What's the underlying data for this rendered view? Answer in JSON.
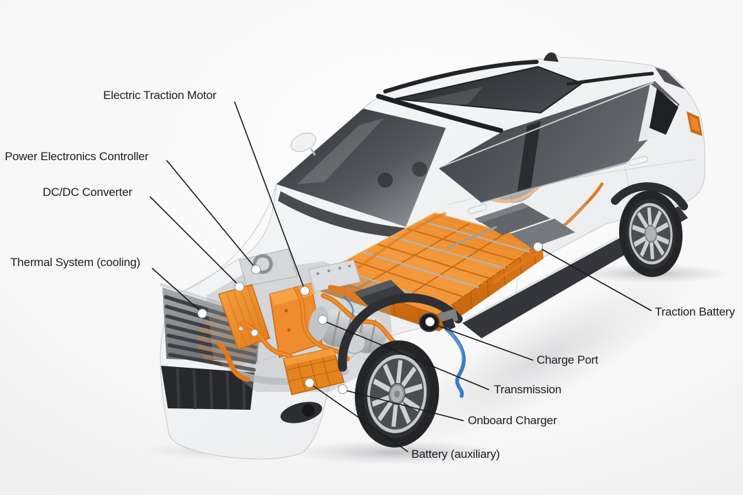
{
  "diagram": {
    "subject": "Electric SUV powertrain cutaway diagram",
    "colors": {
      "component_orange": "#ee8a2b",
      "cable_blue": "#3b7cc4",
      "body_gray": "#eef0f1",
      "glass_dark": "#33363a",
      "label_text": "#1b1c1e"
    },
    "labels": [
      {
        "id": "electric-traction-motor",
        "text": "Electric Traction Motor"
      },
      {
        "id": "power-electronics-controller",
        "text": "Power Electronics Controller"
      },
      {
        "id": "dcdc-converter",
        "text": "DC/DC Converter"
      },
      {
        "id": "thermal-system",
        "text": "Thermal System (cooling)"
      },
      {
        "id": "traction-battery",
        "text": "Traction Battery"
      },
      {
        "id": "charge-port",
        "text": "Charge Port"
      },
      {
        "id": "transmission",
        "text": "Transmission"
      },
      {
        "id": "onboard-charger",
        "text": "Onboard Charger"
      },
      {
        "id": "battery-auxiliary",
        "text": "Battery (auxiliary)"
      }
    ]
  }
}
